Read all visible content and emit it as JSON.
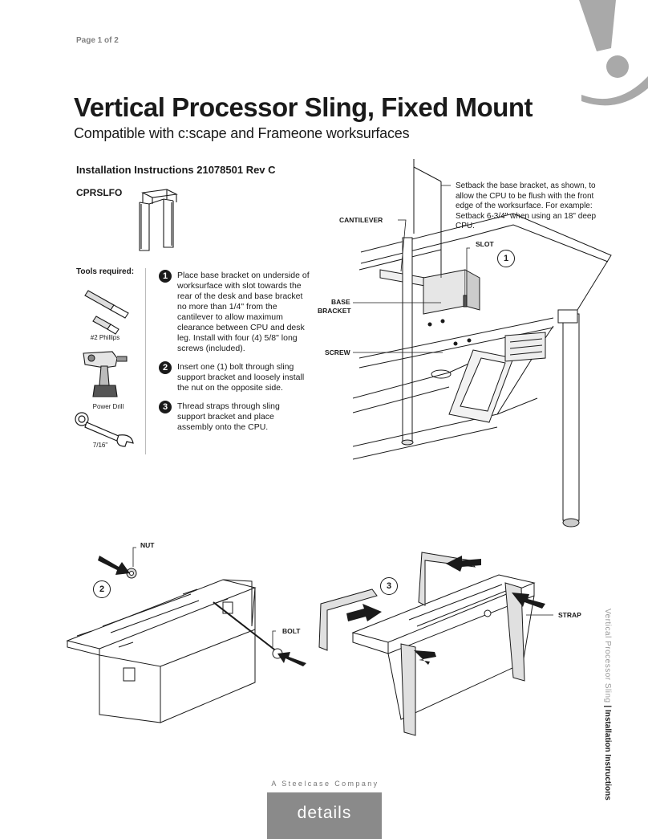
{
  "header": {
    "page_number": "Page 1 of 2",
    "title": "Vertical Processor Sling, Fixed Mount",
    "subtitle": "Compatible with c:scape and Frameone worksurfaces"
  },
  "instructions_heading": "Installation Instructions 21078501 Rev C",
  "model": "CPRSLFO",
  "tools": {
    "heading": "Tools required:",
    "items": [
      {
        "label": "#2 Phillips",
        "icon": "screwdriver-bit-icon"
      },
      {
        "label": "Power Drill",
        "icon": "power-drill-icon"
      },
      {
        "label": "7/16\"",
        "icon": "wrench-icon"
      }
    ]
  },
  "steps": [
    {
      "number": "1",
      "text": "Place base bracket on underside of worksurface with slot towards the rear of the desk and base bracket no more than 1/4\" from the cantilever to allow maximum clearance between CPU and desk leg. Install with four (4) 5/8\" long screws (included)."
    },
    {
      "number": "2",
      "text": "Insert one (1) bolt through sling support bracket and loosely install the nut on the opposite side."
    },
    {
      "number": "3",
      "text": "Thread straps through sling support bracket and place assembly onto the CPU."
    }
  ],
  "diagram_main": {
    "note": "Setback the base bracket, as shown, to allow the CPU to be flush with the front edge of the worksurface. For example: Setback 6-3/4\" when using an 18\" deep CPU.",
    "callouts": {
      "cantilever": "CANTILEVER",
      "slot": "SLOT",
      "base": "BASE",
      "bracket": "BRACKET",
      "screw": "SCREW"
    },
    "step_marker": "1"
  },
  "diagram_bolt": {
    "step_marker": "2",
    "callouts": {
      "nut": "NUT",
      "bolt": "BOLT"
    }
  },
  "diagram_strap": {
    "step_marker": "3",
    "callouts": {
      "strap": "STRAP"
    }
  },
  "footer": {
    "company": "A Steelcase Company",
    "logo": "details",
    "side_text_product": "Vertical Processor Sling",
    "side_text_separator": "|",
    "side_text_doc": "Installation Instructions"
  },
  "colors": {
    "text": "#1a1a1a",
    "gray_band": "#8a8a8a",
    "muted": "#808080"
  }
}
